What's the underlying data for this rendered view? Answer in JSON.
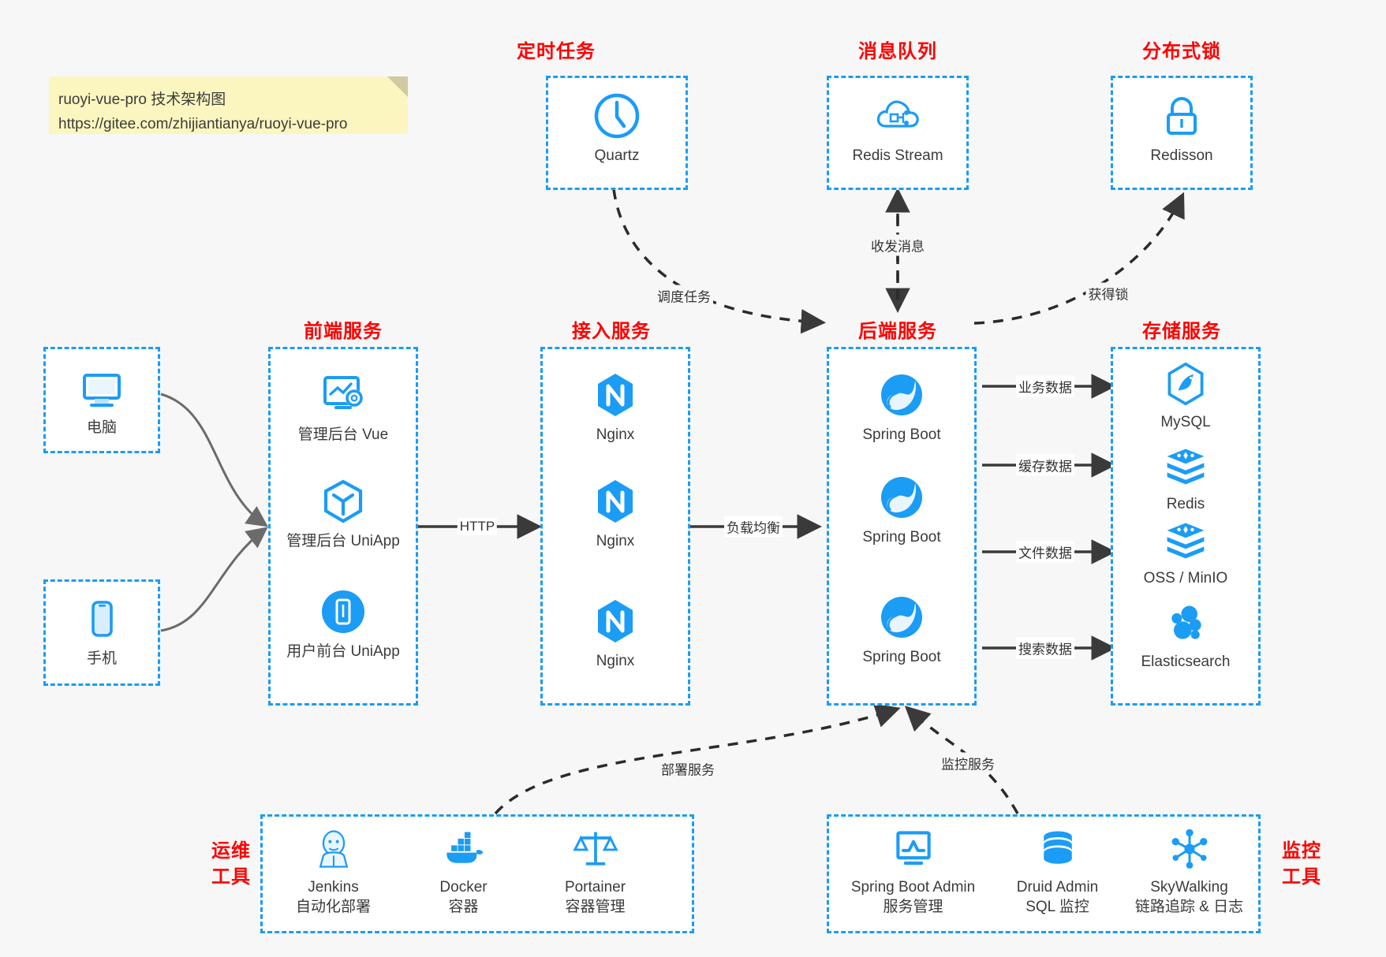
{
  "note": {
    "line1": "ruoyi-vue-pro 技术架构图",
    "line2": "https://gitee.com/zhijiantianya/ruoyi-vue-pro"
  },
  "colors": {
    "accent": "#1b9cf5",
    "title_red": "#ff0000",
    "text": "#3b3b3b",
    "edge": "#3a3a3a",
    "background": "#f7f7f7",
    "note_bg": "#fbf6bf"
  },
  "groups": {
    "scheduled_task": "定时任务",
    "message_queue": "消息队列",
    "distributed_lock": "分布式锁",
    "frontend_service": "前端服务",
    "access_service": "接入服务",
    "backend_service": "后端服务",
    "storage_service": "存储服务",
    "devops_tools_line1": "运维",
    "devops_tools_line2": "工具",
    "monitor_tools_line1": "监控",
    "monitor_tools_line2": "工具"
  },
  "nodes": {
    "quartz": {
      "label": "Quartz",
      "icon": "clock-icon"
    },
    "redis_stream": {
      "label": "Redis Stream",
      "icon": "cloud-node-icon"
    },
    "redisson": {
      "label": "Redisson",
      "icon": "lock-icon"
    },
    "computer": {
      "label": "电脑",
      "icon": "desktop-monitor-icon"
    },
    "phone": {
      "label": "手机",
      "icon": "smartphone-icon"
    },
    "admin_vue": {
      "label": "管理后台 Vue",
      "icon": "dashboard-gear-icon"
    },
    "admin_uniapp": {
      "label": "管理后台 UniApp",
      "icon": "uniapp-cube-icon"
    },
    "user_uniapp": {
      "label": "用户前台 UniApp",
      "icon": "mobile-app-icon"
    },
    "nginx1": {
      "label": "Nginx",
      "icon": "nginx-icon"
    },
    "nginx2": {
      "label": "Nginx",
      "icon": "nginx-icon"
    },
    "nginx3": {
      "label": "Nginx",
      "icon": "nginx-icon"
    },
    "springboot1": {
      "label": "Spring Boot",
      "icon": "spring-leaf-icon"
    },
    "springboot2": {
      "label": "Spring Boot",
      "icon": "spring-leaf-icon"
    },
    "springboot3": {
      "label": "Spring Boot",
      "icon": "spring-leaf-icon"
    },
    "mysql": {
      "label": "MySQL",
      "icon": "mysql-dolphin-icon"
    },
    "redis": {
      "label": "Redis",
      "icon": "redis-stack-icon"
    },
    "oss_minio": {
      "label": "OSS / MinIO",
      "icon": "redis-stack-icon"
    },
    "elasticsearch": {
      "label": "Elasticsearch",
      "icon": "elasticsearch-icon"
    },
    "jenkins": {
      "label": "Jenkins",
      "sub": "自动化部署",
      "icon": "jenkins-butler-icon"
    },
    "docker": {
      "label": "Docker",
      "sub": "容器",
      "icon": "docker-whale-icon"
    },
    "portainer": {
      "label": "Portainer",
      "sub": "容器管理",
      "icon": "portainer-scale-icon"
    },
    "sba": {
      "label": "Spring Boot Admin",
      "sub": "服务管理",
      "icon": "monitor-chart-icon"
    },
    "druid": {
      "label": "Druid Admin",
      "sub": "SQL 监控",
      "icon": "database-icon"
    },
    "skywalking": {
      "label": "SkyWalking",
      "sub": "链路追踪 & 日志",
      "icon": "skywalking-node-icon"
    }
  },
  "edges": {
    "http": "HTTP",
    "load_balance": "负载均衡",
    "schedule_task": "调度任务",
    "send_receive_message": "收发消息",
    "acquire_lock": "获得锁",
    "business_data": "业务数据",
    "cache_data": "缓存数据",
    "file_data": "文件数据",
    "search_data": "搜索数据",
    "deploy_service": "部署服务",
    "monitor_service": "监控服务"
  }
}
